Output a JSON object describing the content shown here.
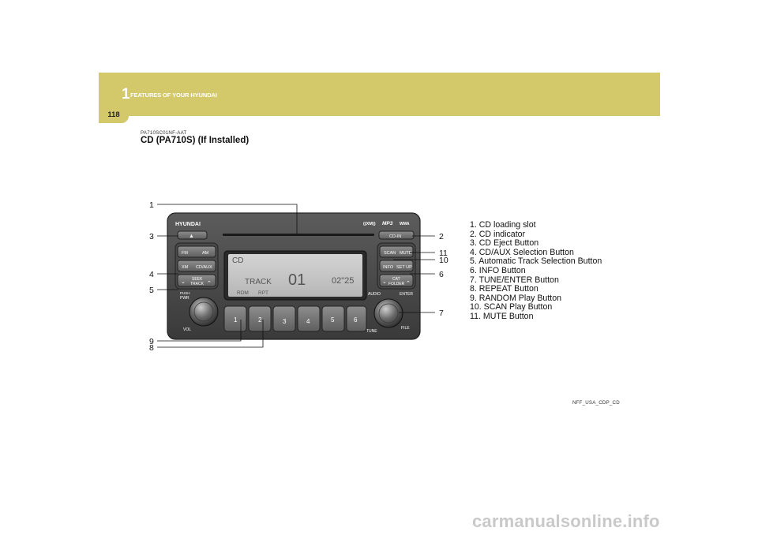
{
  "header": {
    "chapter_number": "1",
    "chapter_title": "FEATURES OF YOUR HYUNDAI",
    "page_number": "118"
  },
  "section": {
    "code": "PA710SC01NF-AAT",
    "title": "CD (PA710S) (If Installed)"
  },
  "radio": {
    "brand": "HYUNDAI",
    "logos": [
      "((XM))",
      "MP3",
      "WMA"
    ],
    "display": {
      "mode": "CD",
      "track_label": "TRACK",
      "track_number": "01",
      "time": "02\"25",
      "rdm": "RDM",
      "rpt": "RPT"
    },
    "buttons": {
      "eject": "▲",
      "cd_in": "CD-IN",
      "fm": "FM",
      "am": "AM",
      "xm": "XM",
      "cdaux": "CD/AUX",
      "seek": "SEEK",
      "track": "TRACK",
      "push": "PUSH",
      "pwr": "PWR",
      "vol": "VOL",
      "scan": "SCAN",
      "mute": "MUTE",
      "info": "INFO",
      "setup": "SET UP",
      "cat": "CAT",
      "folder": "FOLDER",
      "audio": "AUDIO",
      "enter": "ENTER",
      "tune": "TUNE",
      "file": "FILE",
      "presets": [
        "1",
        "2",
        "3",
        "4",
        "5",
        "6"
      ]
    }
  },
  "callouts": {
    "c1": "1",
    "c3": "3",
    "c4": "4",
    "c5": "5",
    "c9": "9",
    "c8": "8",
    "c2": "2",
    "c11": "11",
    "c10": "10",
    "c6": "6",
    "c7": "7"
  },
  "legend": [
    "1. CD loading slot",
    "2. CD indicator",
    "3. CD Eject Button",
    "4. CD/AUX Selection Button",
    "5. Automatic Track Selection Button",
    "6. INFO Button",
    "7. TUNE/ENTER Button",
    "8. REPEAT Button",
    "9. RANDOM Play Button",
    "10. SCAN Play Button",
    "11. MUTE Button"
  ],
  "image_code": "NFF_USA_CDP_CD",
  "watermark": "carmanualsonline.info"
}
